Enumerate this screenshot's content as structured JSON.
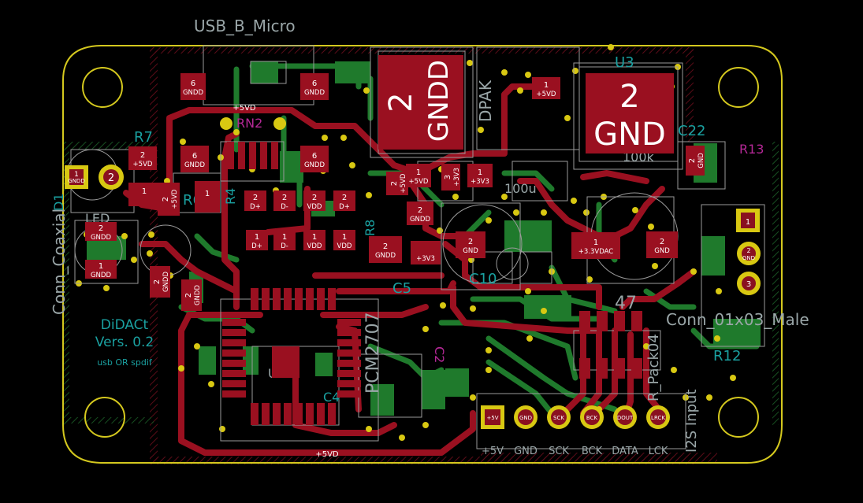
{
  "board": {
    "title": "DiDACt",
    "version": "Vers. 0.2",
    "subtitle": "usb OR spdif",
    "colors": {
      "background": "#000000",
      "outline": "#d4c81e",
      "copper_front": "#9a1020",
      "copper_back": "#1f7a2c",
      "silk_ref": "#9aa6a8",
      "silk_value": "#1aa0a0",
      "courtyard": "#9a9a9a",
      "via": "#d8c812",
      "pad_text": "#ffffff",
      "fab_magenta": "#b42896"
    }
  },
  "labels": {
    "usb": "USB_B_Micro",
    "coax": "Conn_Coaxial",
    "led": "LED",
    "dpak": "DPAK",
    "pcm": "PCM2707",
    "rpack": "R_Pack04",
    "conn3": "Conn_01x03_Male",
    "i2s": "I2S Input",
    "c22": "C22",
    "r12": "R12",
    "r7": "R7",
    "r6": "R6",
    "u3": "U3",
    "c5": "C5",
    "c10": "C10",
    "r100k": "100k",
    "r47": "47",
    "c100u": "100u",
    "d1": "D1",
    "u1": "U1",
    "rn2": "RN2",
    "r4": "R4",
    "r8": "R8",
    "r13": "R13",
    "c4": "C4",
    "c2": "C2"
  },
  "pads": {
    "big_u2": {
      "num": "2",
      "net": "GNDD"
    },
    "big_u3": {
      "num": "2",
      "net": "GND"
    },
    "p_gndd_1": {
      "num": "6",
      "net": "GNDD"
    },
    "p_gndd_2": {
      "num": "6",
      "net": "GNDD"
    },
    "p_gndd_3": {
      "num": "6",
      "net": "GNDD"
    },
    "p_gndd_4": {
      "num": "6",
      "net": "GNDD"
    },
    "p_5vd_r7": {
      "num": "2",
      "net": "+5VD"
    },
    "p_r7_1": {
      "num": "1",
      "net": ""
    },
    "p_r6_2": {
      "num": "2",
      "net": "+5VD"
    },
    "p_r6_1": {
      "num": "1",
      "net": ""
    },
    "p_dp_2": {
      "num": "2",
      "net": "D+"
    },
    "p_dm_2": {
      "num": "2",
      "net": "D-"
    },
    "p_vdd_2": {
      "num": "2",
      "net": "VDD"
    },
    "p_dp_2b": {
      "num": "2",
      "net": "D+"
    },
    "p_dp_1": {
      "num": "1",
      "net": "D+"
    },
    "p_dm_1": {
      "num": "1",
      "net": "D-"
    },
    "p_vdd_1": {
      "num": "1",
      "net": "VDD"
    },
    "p_vdd_1b": {
      "num": "1",
      "net": "VDD"
    },
    "p_5vd_2": {
      "num": "2",
      "net": "+5VD"
    },
    "p_5vd_1": {
      "num": "1",
      "net": "+5VD"
    },
    "p_3v3_3": {
      "num": "3",
      "net": "+3V3"
    },
    "p_3v3_1": {
      "num": "1",
      "net": "+3V3"
    },
    "p_gndd_2b": {
      "num": "2",
      "net": "GNDD"
    },
    "p_gndd_2c": {
      "num": "2",
      "net": "GNDD"
    },
    "p_gndd_2d": {
      "num": "2",
      "net": "GNDD"
    },
    "p_3v3_1b": {
      "num": "1",
      "net": "+3V3"
    },
    "p_gnd_2": {
      "num": "2",
      "net": "GND"
    },
    "p_gnd_2b": {
      "num": "2",
      "net": "GND"
    },
    "p_3v3dac": {
      "num": "1",
      "net": "+3.3VDAC"
    },
    "p_5vd_top": {
      "num": "1",
      "net": "+5VD"
    },
    "p_c22_2": {
      "num": "2",
      "net": "GND"
    },
    "p_led_1": {
      "num": "2",
      "net": "GNDD"
    },
    "p_led_2": {
      "num": "1",
      "net": "GNDD"
    },
    "p_5vd_bottom": {
      "num": "",
      "net": "+5VD"
    },
    "p_5vd_top_label": {
      "num": "",
      "net": "+5VD"
    },
    "p_u2_3v3": {
      "num": "",
      "net": "+3V3"
    },
    "p_gndd_left": {
      "num": "2",
      "net": "GNDD"
    }
  },
  "connectors": {
    "coax_pads": [
      {
        "num": "1",
        "net": "GNDD"
      },
      {
        "num": "2",
        "net": ""
      }
    ],
    "j3_pads": [
      {
        "num": "1",
        "net": ""
      },
      {
        "num": "2",
        "net": "GND"
      },
      {
        "num": "3",
        "net": ""
      }
    ],
    "i2s_pins": [
      {
        "pad": "+5V",
        "label": "+5V"
      },
      {
        "pad": "GND",
        "label": "GND"
      },
      {
        "pad": "SCK",
        "label": "SCK"
      },
      {
        "pad": "BCK",
        "label": "BCK"
      },
      {
        "pad": "DOUT",
        "label": "DATA"
      },
      {
        "pad": "LRCK",
        "label": "LCK"
      }
    ]
  }
}
